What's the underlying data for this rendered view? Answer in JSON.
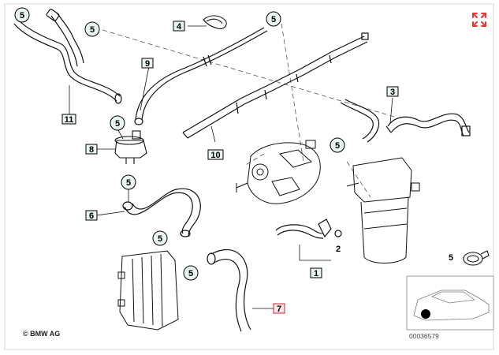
{
  "diagram": {
    "copyright": "© BMW AG",
    "figure_id": "00036579",
    "callouts": {
      "c1": "1",
      "c2": "2",
      "c3": "3",
      "c4": "4",
      "c5": "5",
      "c6": "6",
      "c7": "7",
      "c8": "8",
      "c9": "9",
      "c10": "10",
      "c11": "11"
    }
  },
  "ui": {
    "expand_icon": "expand-arrows-icon",
    "accent_color": "#e53935"
  }
}
